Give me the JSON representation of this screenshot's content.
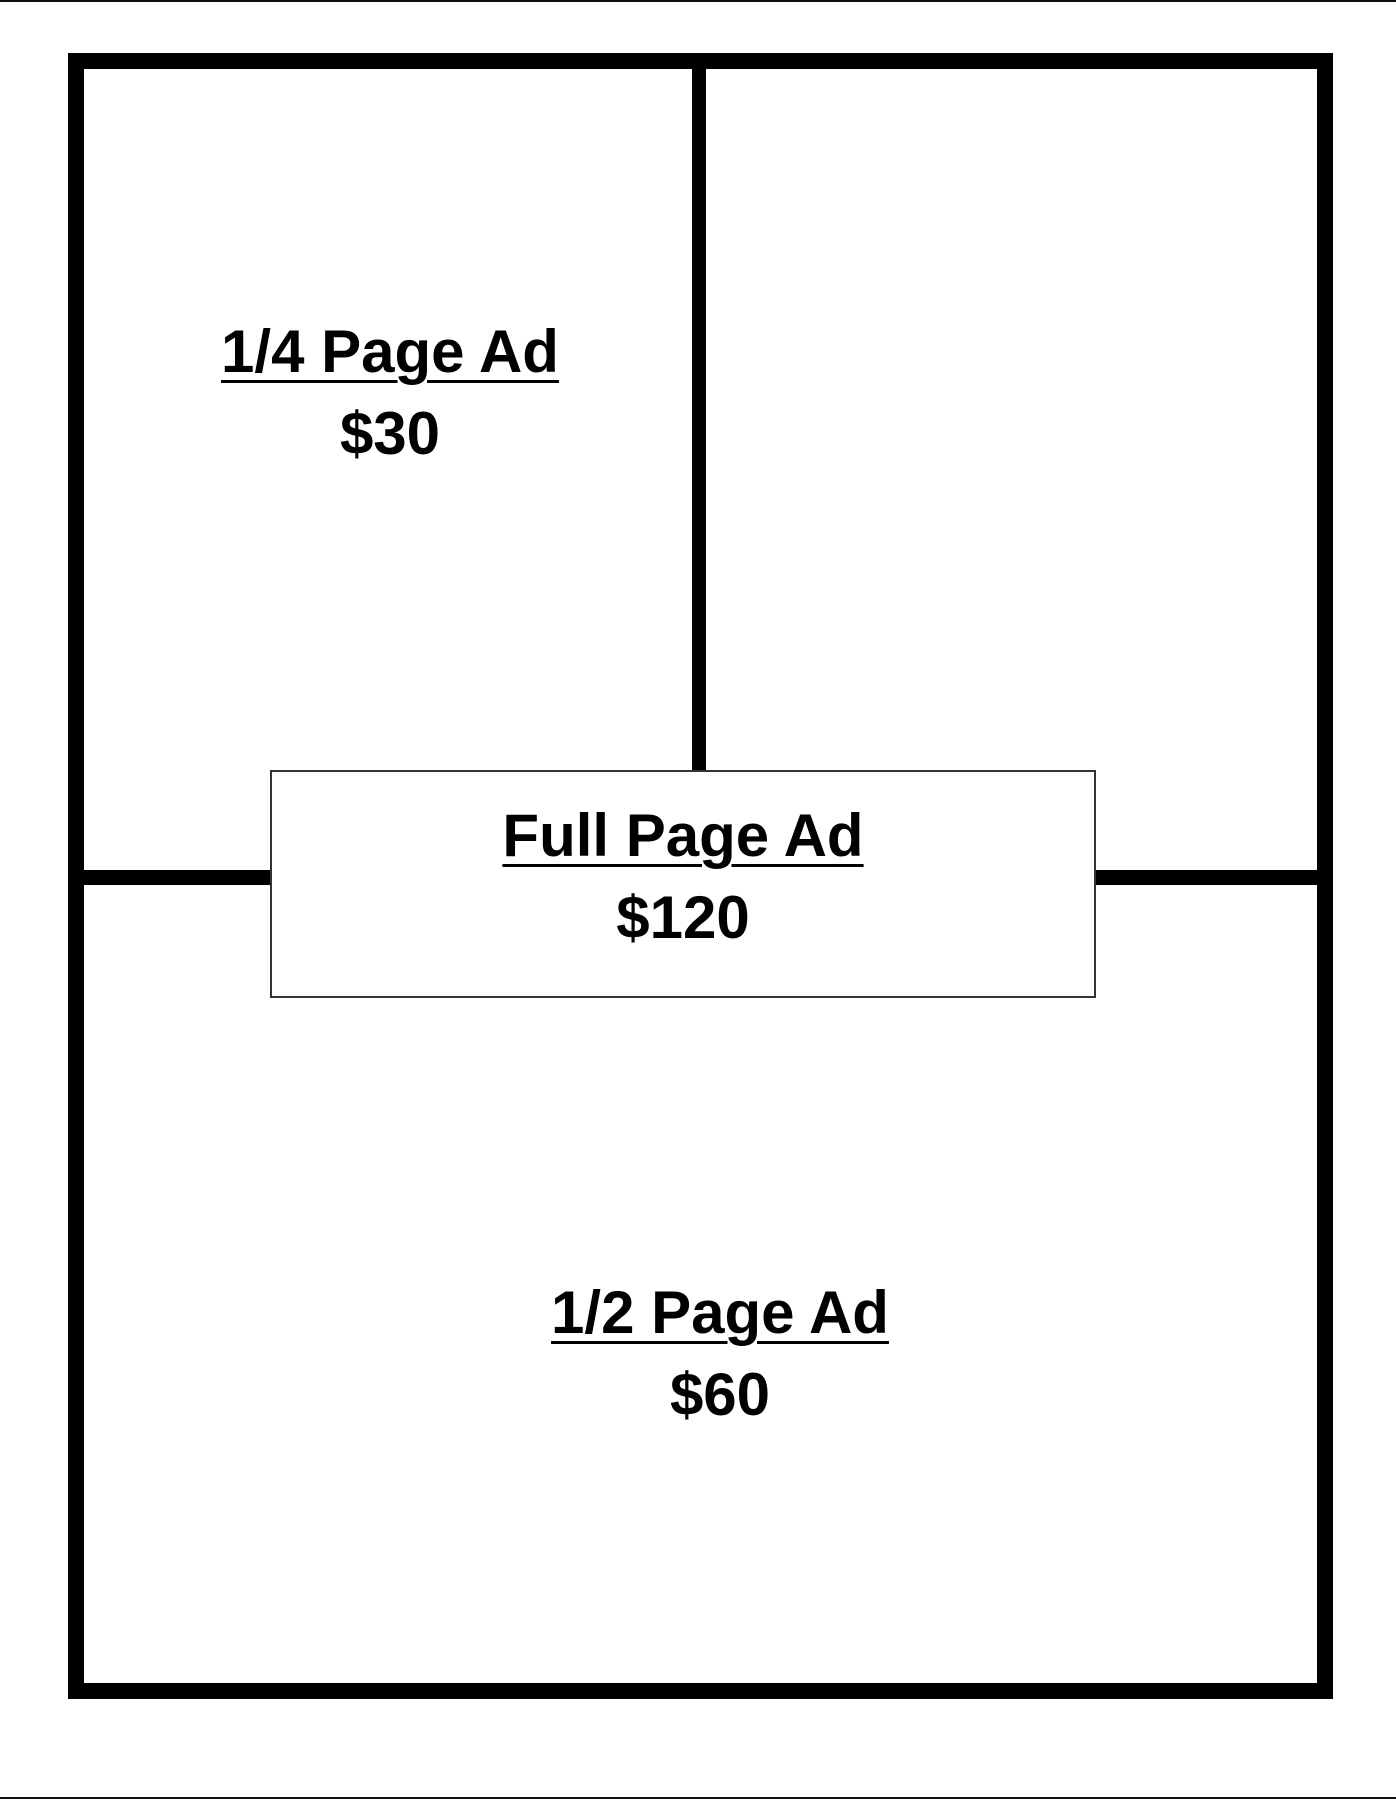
{
  "ads": [
    {
      "title": "1/4 Page Ad",
      "price": "$30"
    },
    {
      "title": "Full Page Ad",
      "price": "$120"
    },
    {
      "title": "1/2 Page Ad",
      "price": "$60"
    }
  ],
  "colors": {
    "line": "#000000",
    "background": "#ffffff"
  }
}
